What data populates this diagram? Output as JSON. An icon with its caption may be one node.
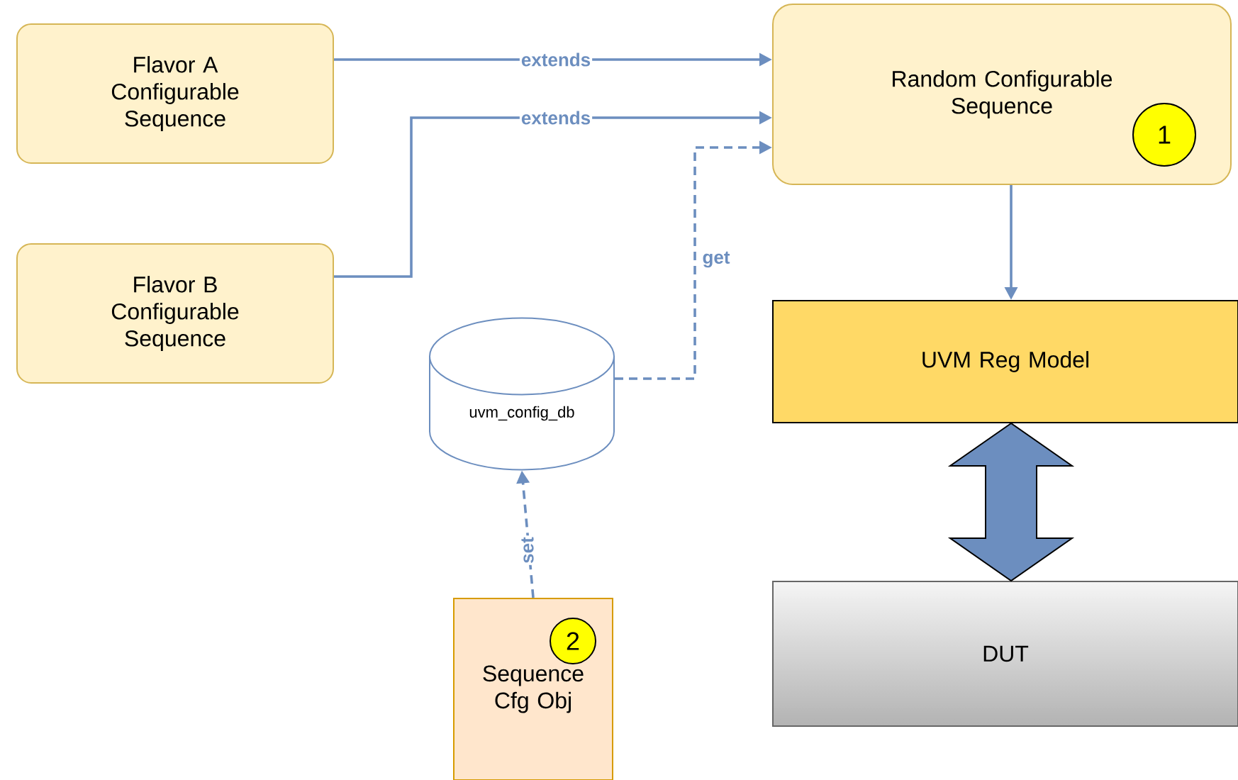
{
  "diagram": {
    "nodes": [
      {
        "text": [
          "Flavor A Configurable Sequence"
        ]
      },
      {
        "text": [
          "Flavor B Configurable Sequence"
        ]
      },
      {
        "text": [
          "Random Configurable Sequence"
        ]
      },
      {
        "text": [
          "1"
        ],
        "in": 2
      },
      {
        "text": [
          "uvm_config_db"
        ]
      },
      {
        "text": [
          "Sequence Cfg Obj"
        ]
      },
      {
        "text": [
          "2"
        ],
        "in": 5
      },
      {
        "text": [
          "UVM Reg Model"
        ]
      },
      {
        "text": [
          "DUT"
        ]
      }
    ],
    "edges": [
      {
        "from": 0,
        "to": 2,
        "arrow": "to",
        "label": "extends"
      },
      {
        "from": 1,
        "to": 2,
        "arrow": "to",
        "label": "extends"
      },
      {
        "from": 4,
        "to": 2,
        "arrow": "to",
        "label": "get",
        "style": "dashed"
      },
      {
        "from": 5,
        "to": 4,
        "arrow": "to",
        "label": "set",
        "style": "dashed"
      },
      {
        "from": 2,
        "to": 7,
        "arrow": "to"
      },
      {
        "from": 7,
        "to": 8,
        "arrow": "both",
        "style": "thick"
      }
    ]
  }
}
